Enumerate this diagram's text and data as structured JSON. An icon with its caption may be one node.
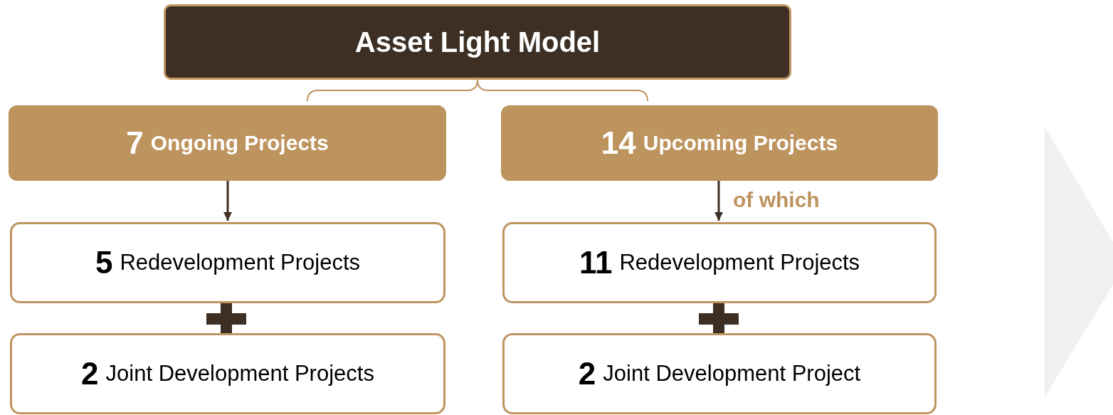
{
  "diagram": {
    "nodes": [
      {
        "text": [
          "Asset Light Model"
        ]
      },
      {
        "text": [
          "7",
          "Ongoing Projects"
        ]
      },
      {
        "text": [
          "14",
          "Upcoming Projects"
        ]
      },
      {
        "text": [
          "5",
          "Redevelopment Projects"
        ]
      },
      {
        "text": [
          "2",
          "Joint Development Projects"
        ]
      },
      {
        "text": [
          "11",
          "Redevelopment Projects"
        ]
      },
      {
        "text": [
          "2",
          "Joint Development Project"
        ]
      },
      {
        "text": [],
        "shape": "chevron"
      }
    ],
    "edges": [
      {
        "from": 1,
        "to": 3,
        "arrow": "to"
      },
      {
        "from": 2,
        "to": 5,
        "arrow": "to",
        "label": "of which"
      }
    ]
  }
}
